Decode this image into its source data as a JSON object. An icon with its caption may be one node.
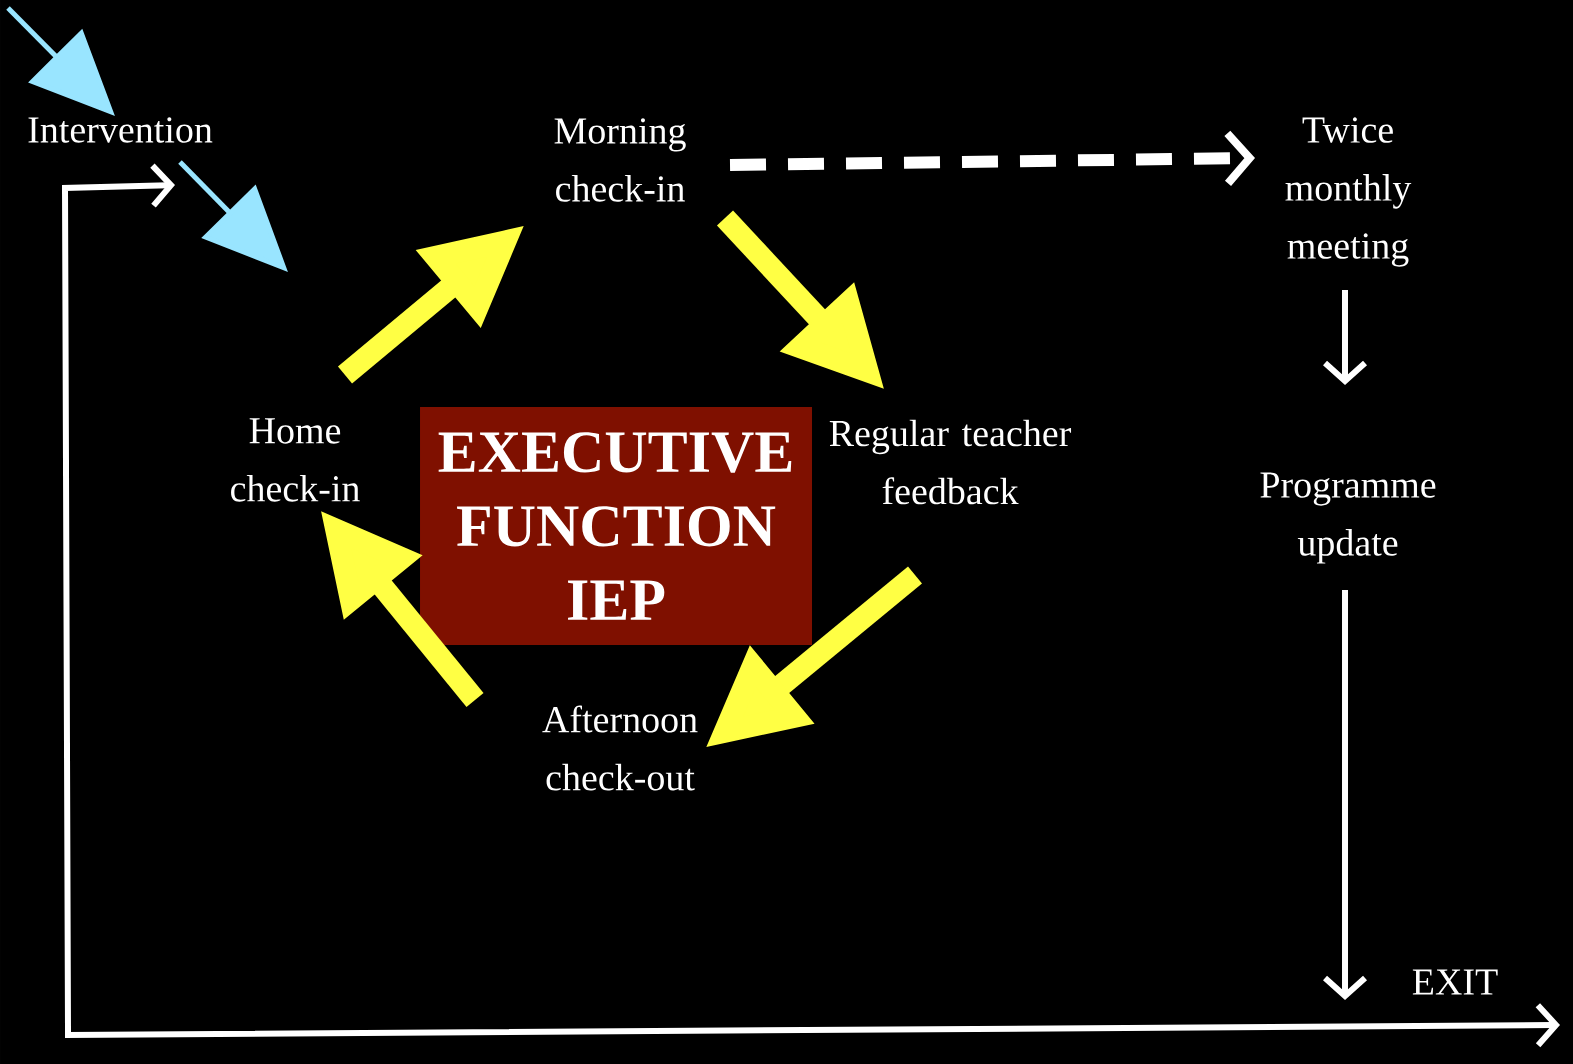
{
  "diagram": {
    "nodes": [
      {
        "text": [
          "Intervention"
        ]
      },
      {
        "text": [
          "Morning check-in"
        ]
      },
      {
        "text": [
          "Twice monthly meeting"
        ]
      },
      {
        "text": [
          "Home check-in"
        ]
      },
      {
        "text": [
          "EXECUTIVE FUNCTION IEP"
        ]
      },
      {
        "text": [
          "Regular teacher feedback"
        ]
      },
      {
        "text": [
          "Programme update"
        ]
      },
      {
        "text": [
          "Afternoon check-out"
        ]
      },
      {
        "text": [
          "EXIT"
        ]
      }
    ],
    "edges": [
      {
        "from": 3,
        "to": 1,
        "arrow": "to",
        "style": "thick",
        "color": "#ffff44"
      },
      {
        "from": 1,
        "to": 5,
        "arrow": "to",
        "style": "thick",
        "color": "#ffff44"
      },
      {
        "from": 5,
        "to": 7,
        "arrow": "to",
        "style": "thick",
        "color": "#ffff44"
      },
      {
        "from": 7,
        "to": 3,
        "arrow": "to",
        "style": "thick",
        "color": "#ffff44"
      },
      {
        "from": 1,
        "to": 2,
        "arrow": "to",
        "style": "dashed",
        "color": "#ffffff"
      },
      {
        "from": 2,
        "to": 6,
        "arrow": "to",
        "color": "#ffffff"
      },
      {
        "from": 6,
        "to": 8,
        "arrow": "to",
        "color": "#ffffff"
      },
      {
        "from": 0,
        "to": null,
        "arrow": "both",
        "color": "#ffffff"
      },
      {
        "from": 0,
        "to": null,
        "arrow": "to",
        "color": "#99e5ff"
      },
      {
        "from": null,
        "to": 0,
        "arrow": "to",
        "color": "#99e5ff"
      }
    ]
  }
}
